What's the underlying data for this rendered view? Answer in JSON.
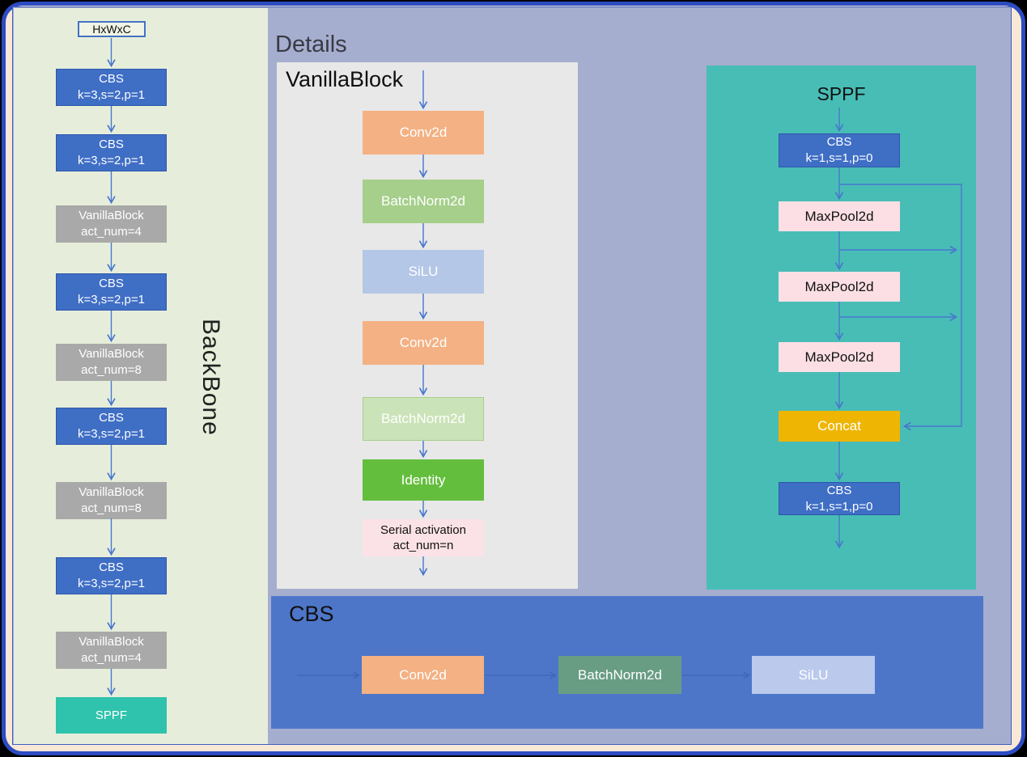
{
  "colors": {
    "outer_border": "#2c4cc2",
    "frame_fill": "#f9e8d6",
    "canvas_fill": "#a5aecf",
    "backbone_panel": "#e6eedb",
    "vanillablock_panel": "#e8e8e8",
    "sppf_panel": "#48bdb6",
    "cbs_panel": "#4d76c9",
    "cbs_node": "#3f6ec5",
    "vanillablock_node": "#a9a9a9",
    "sppf_node": "#2fc2ac",
    "conv2d_node": "#f4b183",
    "batchnorm_node": "#a5cf8a",
    "batchnorm_light_node": "#cbe3b8",
    "batchnorm_teal_node": "#689d84",
    "silu_node": "#b4c7e7",
    "identity_node": "#64be3e",
    "maxpool_node": "#fbdfe5",
    "serial_node": "#fbe2e6",
    "concat_node": "#eeb502",
    "arrow": "#4877cd"
  },
  "backbone": {
    "title": "BackBone",
    "input": "HxWxC",
    "nodes": [
      {
        "line1": "CBS",
        "line2": "k=3,s=2,p=1"
      },
      {
        "line1": "CBS",
        "line2": "k=3,s=2,p=1"
      },
      {
        "line1": "VanillaBlock",
        "line2": "act_num=4"
      },
      {
        "line1": "CBS",
        "line2": "k=3,s=2,p=1"
      },
      {
        "line1": "VanillaBlock",
        "line2": "act_num=8"
      },
      {
        "line1": "CBS",
        "line2": "k=3,s=2,p=1"
      },
      {
        "line1": "VanillaBlock",
        "line2": "act_num=8"
      },
      {
        "line1": "CBS",
        "line2": "k=3,s=2,p=1"
      },
      {
        "line1": "VanillaBlock",
        "line2": "act_num=4"
      },
      {
        "line1": "SPPF",
        "line2": ""
      }
    ]
  },
  "details": {
    "title": "Details",
    "vanillablock": {
      "title": "VanillaBlock",
      "nodes": [
        "Conv2d",
        "BatchNorm2d",
        "SiLU",
        "Conv2d",
        "BatchNorm2d",
        "Identity"
      ],
      "serial": {
        "line1": "Serial activation",
        "line2": "act_num=n"
      }
    },
    "sppf": {
      "title": "SPPF",
      "cbs_top": {
        "line1": "CBS",
        "line2": "k=1,s=1,p=0"
      },
      "maxpool1": "MaxPool2d",
      "maxpool2": "MaxPool2d",
      "maxpool3": "MaxPool2d",
      "concat": "Concat",
      "cbs_bottom": {
        "line1": "CBS",
        "line2": "k=1,s=1,p=0"
      }
    },
    "cbs": {
      "title": "CBS",
      "nodes": [
        "Conv2d",
        "BatchNorm2d",
        "SiLU"
      ]
    }
  }
}
